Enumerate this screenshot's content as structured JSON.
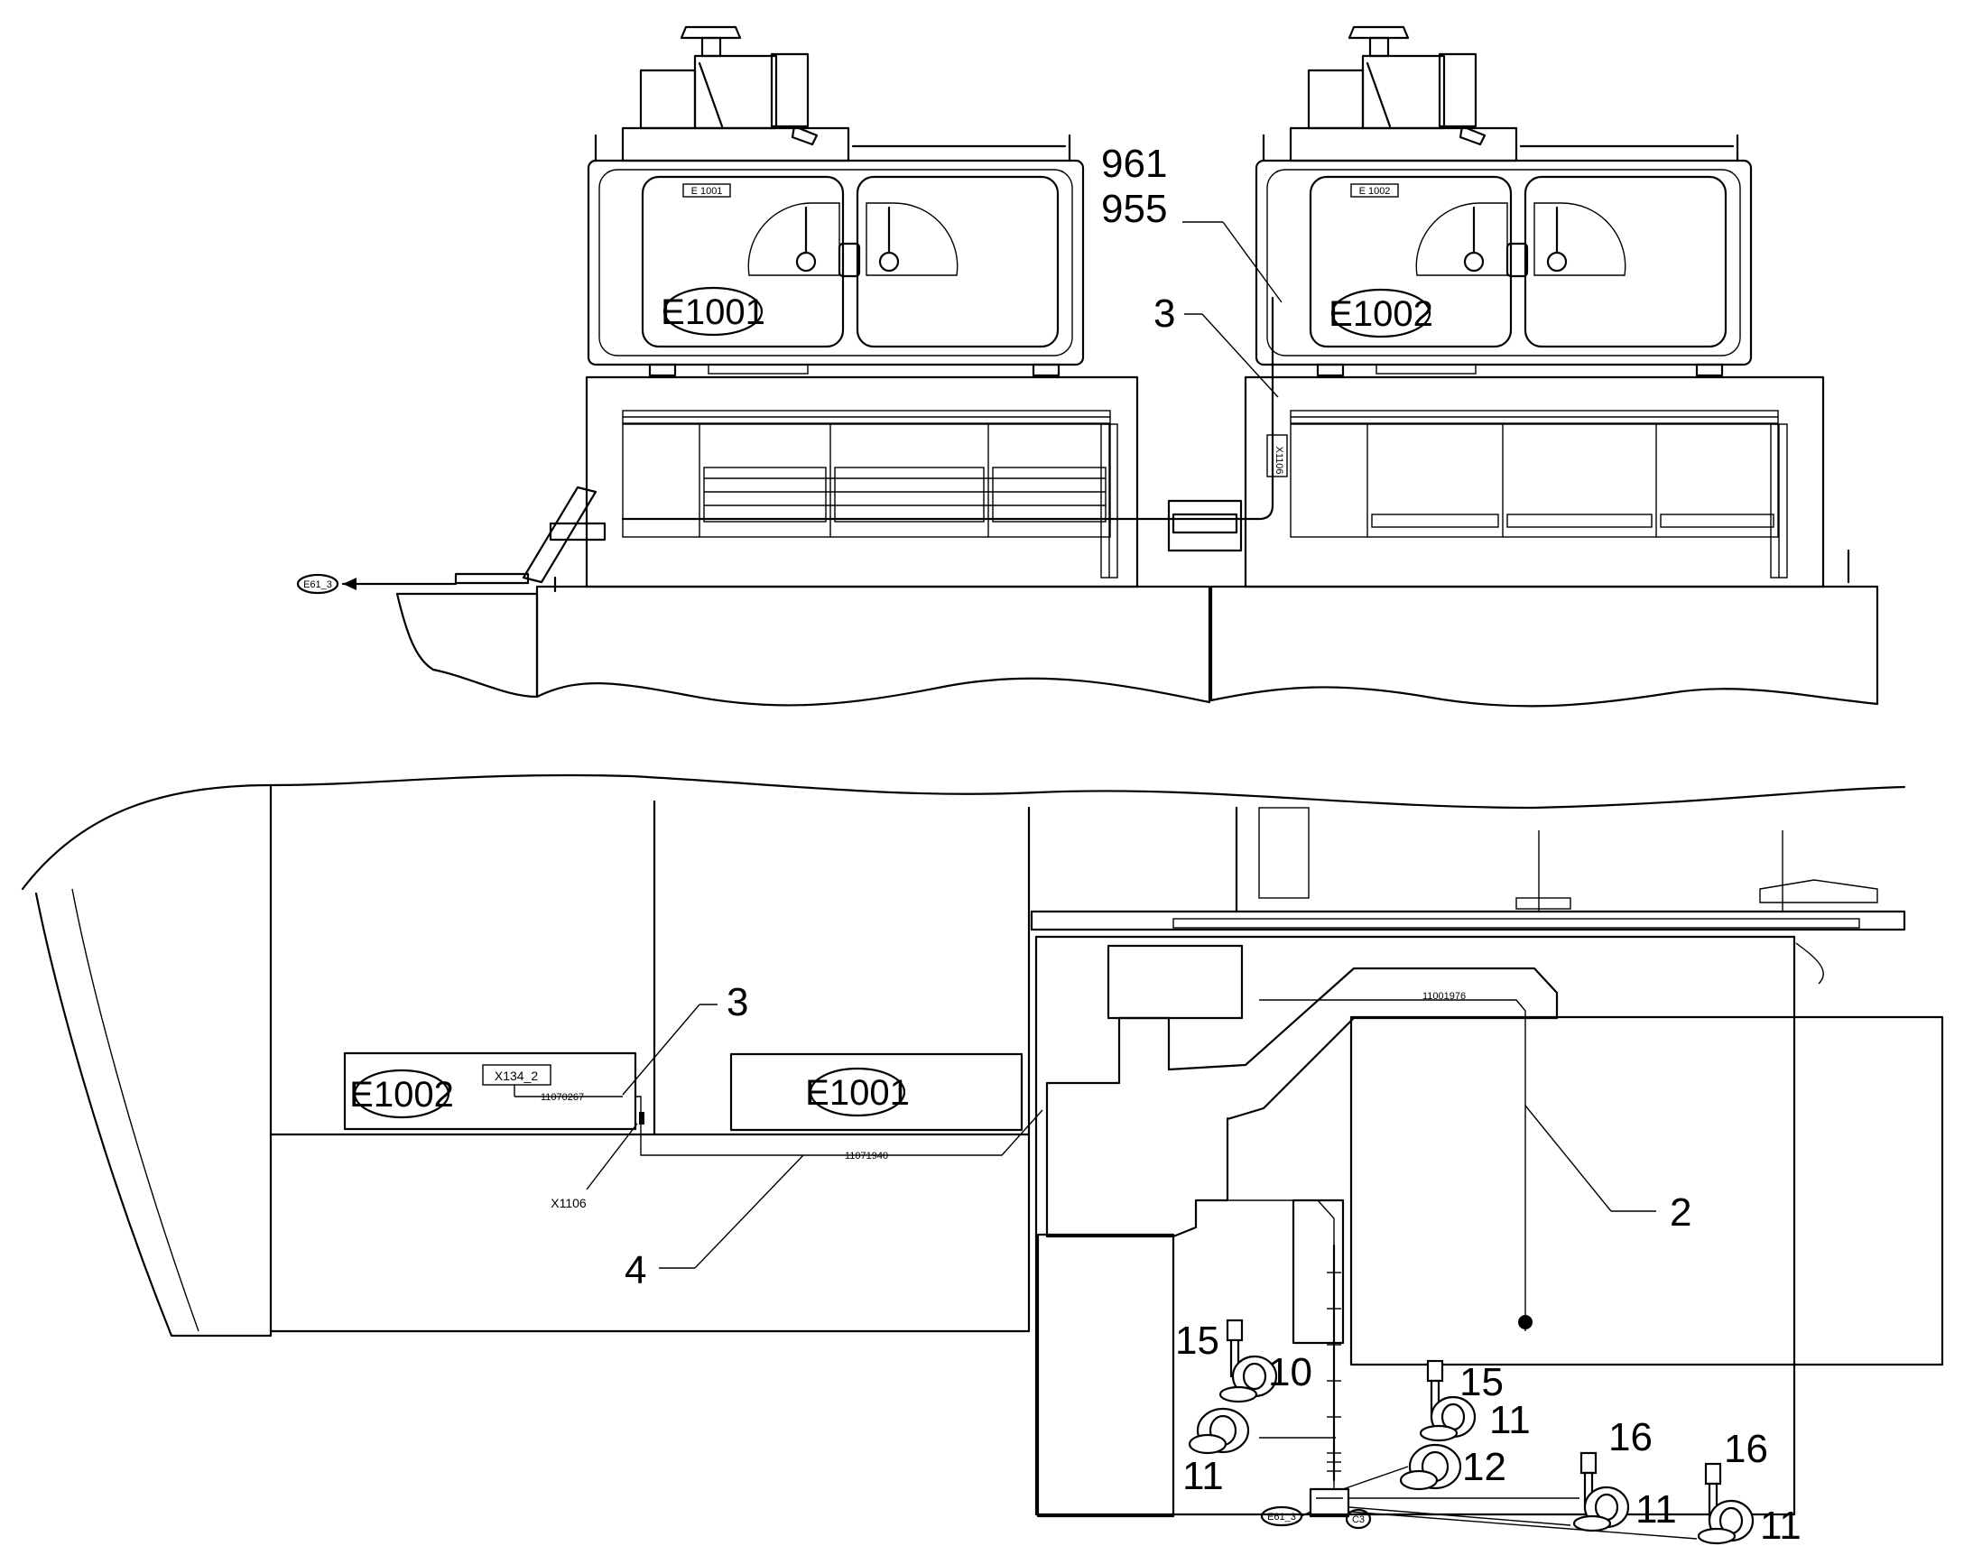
{
  "units": {
    "left": {
      "plate": "E 1001",
      "label": "E1001"
    },
    "right": {
      "plate": "E 1002",
      "label": "E1002"
    }
  },
  "top_view": {
    "callouts": [
      "961",
      "955",
      "3"
    ],
    "connector_label": "X1106",
    "tag_left": "E61_3"
  },
  "bottom_view": {
    "panel_left_label": "E1002",
    "panel_right_label": "E1001",
    "connector_box": "X134_2",
    "wire_numbers": [
      "11070267",
      "11071940",
      "11001976"
    ],
    "connector_label": "X1106",
    "callouts": [
      "3",
      "4",
      "2"
    ],
    "parts": [
      {
        "num": "15"
      },
      {
        "num": "10"
      },
      {
        "num": "11"
      },
      {
        "num": "15"
      },
      {
        "num": "11"
      },
      {
        "num": "12"
      },
      {
        "num": "16"
      },
      {
        "num": "11"
      },
      {
        "num": "16"
      },
      {
        "num": "11"
      }
    ],
    "tag_bottom_left": "E61_3",
    "tag_bottom_right": "C3"
  }
}
